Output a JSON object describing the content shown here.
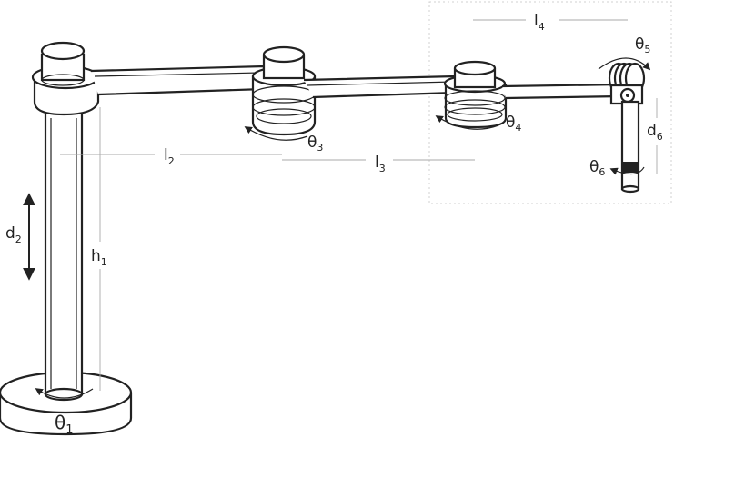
{
  "labels": {
    "theta1": {
      "main": "θ",
      "sub": "1"
    },
    "d2": {
      "main": "d",
      "sub": "2"
    },
    "h1": {
      "main": "h",
      "sub": "1"
    },
    "l2": {
      "main": "l",
      "sub": "2"
    },
    "l3": {
      "main": "l",
      "sub": "3"
    },
    "theta3": {
      "main": "θ",
      "sub": "3"
    },
    "theta4": {
      "main": "θ",
      "sub": "4"
    },
    "l4": {
      "main": "l",
      "sub": "4"
    },
    "theta5": {
      "main": "θ",
      "sub": "5"
    },
    "d6": {
      "main": "d",
      "sub": "6"
    },
    "theta6": {
      "main": "θ",
      "sub": "6"
    }
  }
}
